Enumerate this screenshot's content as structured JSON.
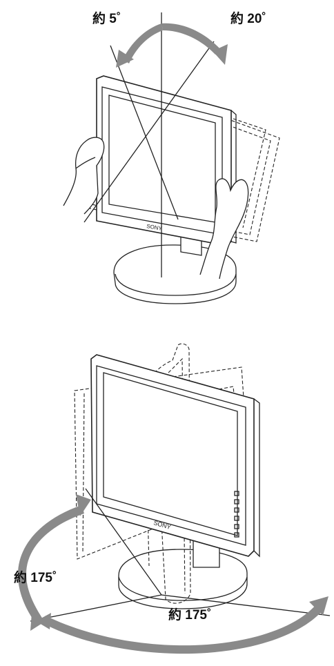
{
  "tilt": {
    "forward_label": "約 5˚",
    "backward_label": "約 20˚"
  },
  "swivel": {
    "left_label": "約 175˚",
    "right_label": "約 175˚"
  },
  "monitor": {
    "brand_text": "SONY"
  },
  "colors": {
    "arrow": "#8a8a8a",
    "line": "#222222"
  }
}
